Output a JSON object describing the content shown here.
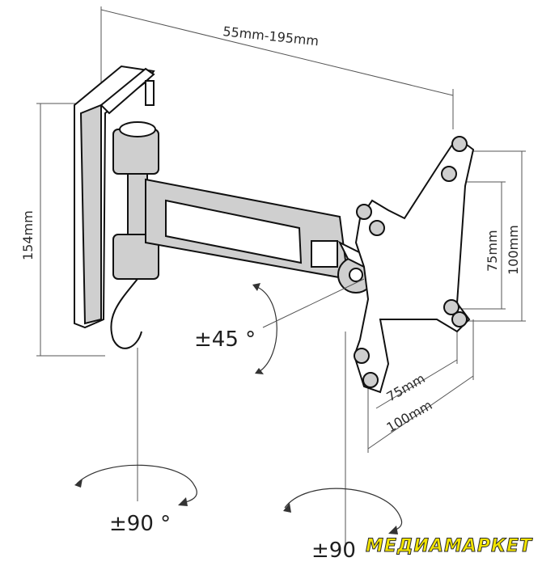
{
  "dimensions": {
    "extension": "55mm-195mm",
    "height": "154mm",
    "vesa_vertical_small": "75mm",
    "vesa_vertical_large": "100mm",
    "vesa_horizontal_small": "75mm",
    "vesa_horizontal_large": "100mm"
  },
  "angles": {
    "tilt": "±45 °",
    "swivel_wall": "±90 °",
    "swivel_head": "±90"
  },
  "logo": {
    "text": "МЕДИАМАРКЕТ",
    "color": "#f2e400"
  }
}
